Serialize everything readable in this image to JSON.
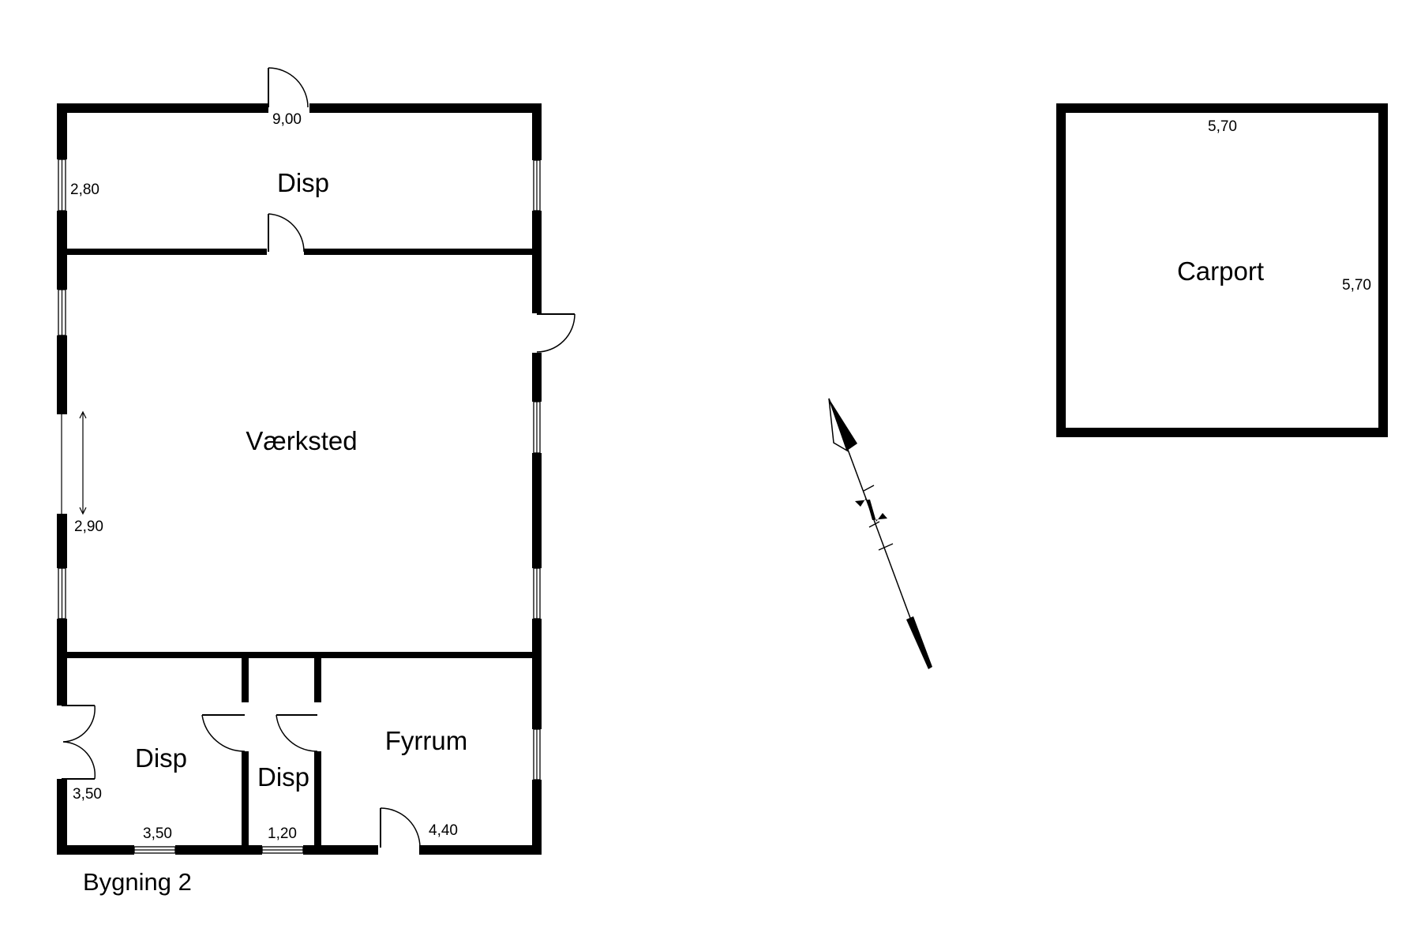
{
  "building": {
    "name": "Bygning 2",
    "rooms": [
      {
        "id": "disp-top",
        "label": "Disp"
      },
      {
        "id": "vaerksted",
        "label": "Værksted"
      },
      {
        "id": "disp-bottom-left",
        "label": "Disp"
      },
      {
        "id": "disp-bottom-small",
        "label": "Disp"
      },
      {
        "id": "fyrrum",
        "label": "Fyrrum"
      }
    ],
    "dimensions": {
      "top_width": "9,00",
      "disp_top_depth": "2,80",
      "vaerksted_depth": "2,90",
      "disp_left_depth": "3,50",
      "disp_left_width": "3,50",
      "disp_small_width": "1,20",
      "fyrrum_width": "4,40"
    }
  },
  "carport": {
    "label": "Carport",
    "width": "5,70",
    "depth": "5,70"
  },
  "compass": {
    "icon": "north-arrow-icon"
  },
  "colors": {
    "wall": "#000000",
    "background": "#ffffff"
  }
}
